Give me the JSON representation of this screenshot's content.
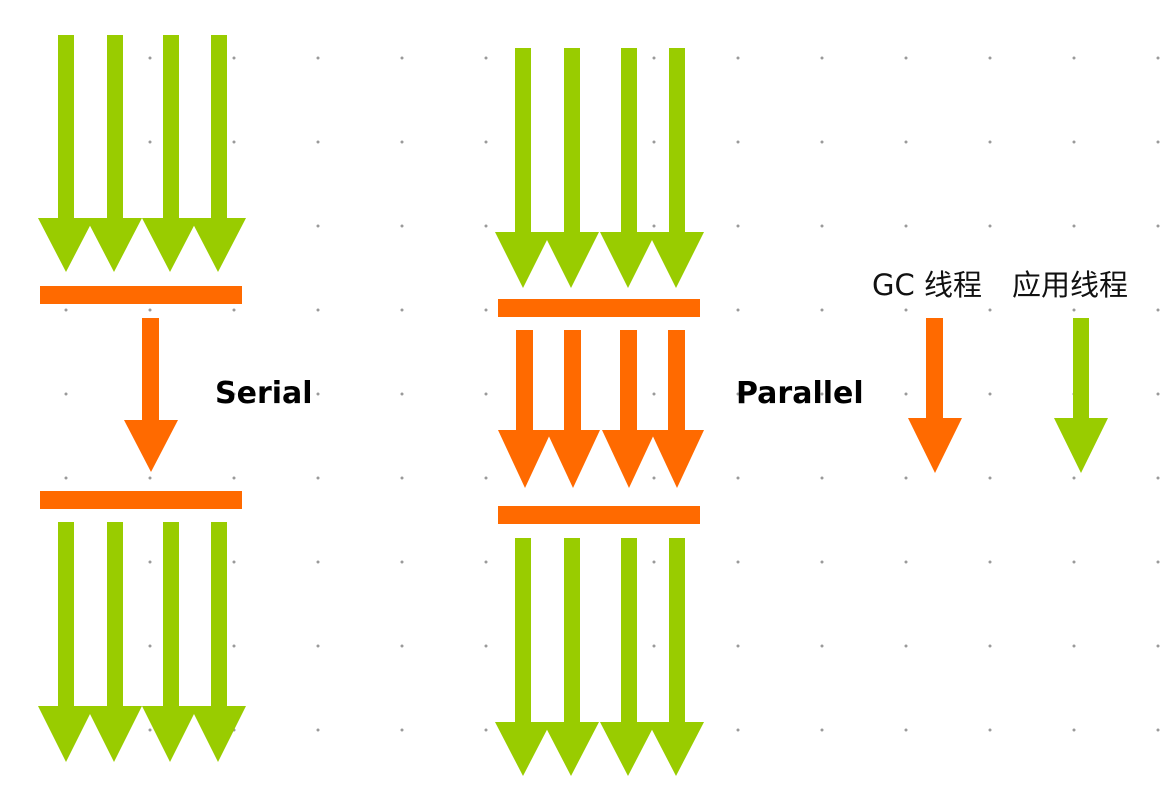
{
  "labels": {
    "serial": "Serial",
    "parallel": "Parallel"
  },
  "legend": {
    "gc_thread": "GC 线程",
    "app_thread": "应用线程"
  },
  "colors": {
    "gc": "#ff6a00",
    "app": "#99cc00",
    "grid_dot": "#9a9a9a",
    "background": "#ffffff"
  }
}
